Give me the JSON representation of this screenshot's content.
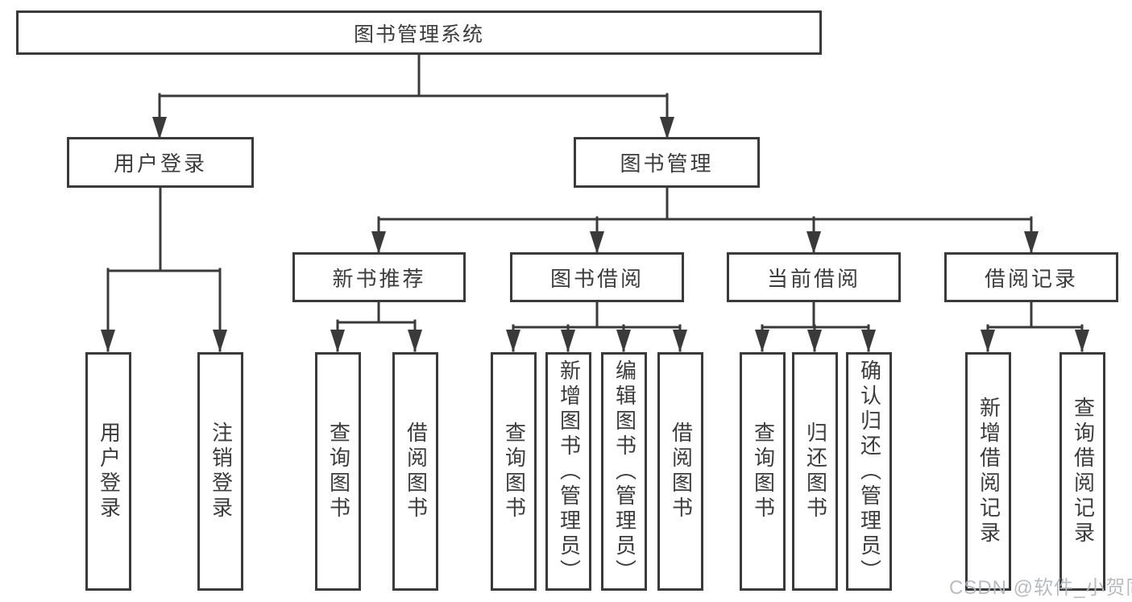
{
  "diagram": {
    "title_node": {
      "label": "图书管理系统"
    },
    "level2": [
      {
        "label": "用户登录"
      },
      {
        "label": "图书管理"
      }
    ],
    "level3": [
      {
        "label": "新书推荐",
        "parent": "图书管理"
      },
      {
        "label": "图书借阅",
        "parent": "图书管理"
      },
      {
        "label": "当前借阅",
        "parent": "图书管理"
      },
      {
        "label": "借阅记录",
        "parent": "图书管理"
      }
    ],
    "leaves": [
      {
        "label": "用户登录",
        "parent": "用户登录"
      },
      {
        "label": "注销登录",
        "parent": "用户登录"
      },
      {
        "label": "查询图书",
        "parent": "新书推荐"
      },
      {
        "label": "借阅图书",
        "parent": "新书推荐"
      },
      {
        "label": "查询图书",
        "parent": "图书借阅"
      },
      {
        "label": "新增图书（管理员）",
        "parent": "图书借阅"
      },
      {
        "label": "编辑图书（管理员）",
        "parent": "图书借阅"
      },
      {
        "label": "借阅图书",
        "parent": "图书借阅"
      },
      {
        "label": "查询图书",
        "parent": "当前借阅"
      },
      {
        "label": "归还图书",
        "parent": "当前借阅"
      },
      {
        "label": "确认归还（管理员）",
        "parent": "当前借阅"
      },
      {
        "label": "新增借阅记录",
        "parent": "借阅记录"
      },
      {
        "label": "查询借阅记录",
        "parent": "借阅记录"
      }
    ]
  },
  "watermark": {
    "text": "CSDN @软件_小贺同学"
  },
  "colors": {
    "line": "#3a3a3a",
    "text": "#3c3c3c",
    "box_background": "#ffffff",
    "background": "#ffffff",
    "watermark": "#b2b6ba"
  }
}
